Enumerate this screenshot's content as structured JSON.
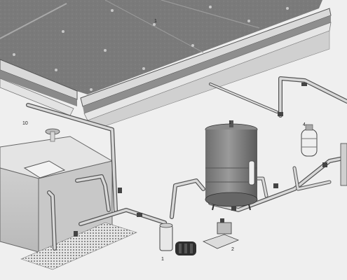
{
  "diagram": {
    "callouts": [
      {
        "id": "floor-panel",
        "label": "1"
      },
      {
        "id": "pressure-tank",
        "label": "1"
      },
      {
        "id": "pump",
        "label": "1"
      },
      {
        "id": "pressure-switch",
        "label": "2"
      },
      {
        "id": "filter-assembly",
        "label": "4"
      },
      {
        "id": "cistern",
        "label": "10"
      }
    ]
  }
}
